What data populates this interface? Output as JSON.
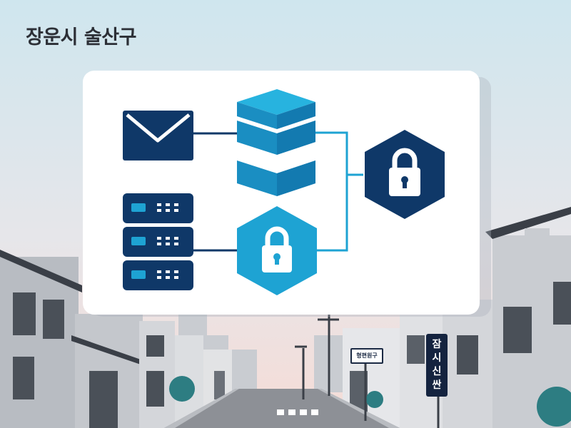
{
  "heading": "장운시 술산구",
  "street_sign": "형편원구",
  "vertical_sign": [
    "잠",
    "시",
    "신",
    "싼"
  ],
  "colors": {
    "navy": "#0f3868",
    "cyan": "#1ea3d3",
    "card": "#ffffff"
  },
  "icons": [
    "envelope-icon",
    "database-icon",
    "server-rack-icon",
    "lock-icon"
  ]
}
